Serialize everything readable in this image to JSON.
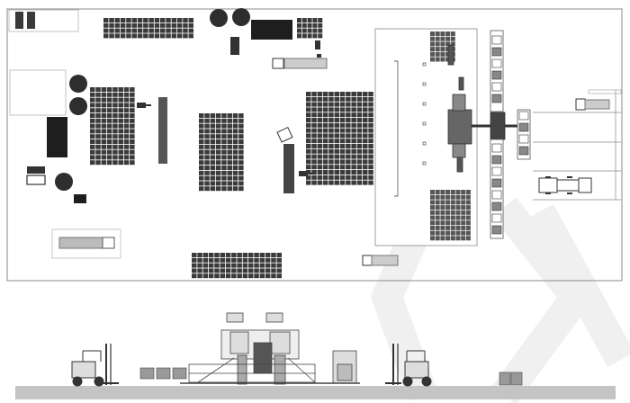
{
  "diagram": {
    "type": "factory-layout",
    "views": [
      {
        "id": "plan-view",
        "kind": "top-down floor plan"
      },
      {
        "id": "elevation-view",
        "kind": "side elevation"
      }
    ],
    "colors": {
      "border": "#888888",
      "block": "#3a3a3a",
      "block_light": "#777777",
      "truck": "#999999",
      "ground": "#bdbdbd",
      "watermark": "#f2f2f2"
    }
  }
}
